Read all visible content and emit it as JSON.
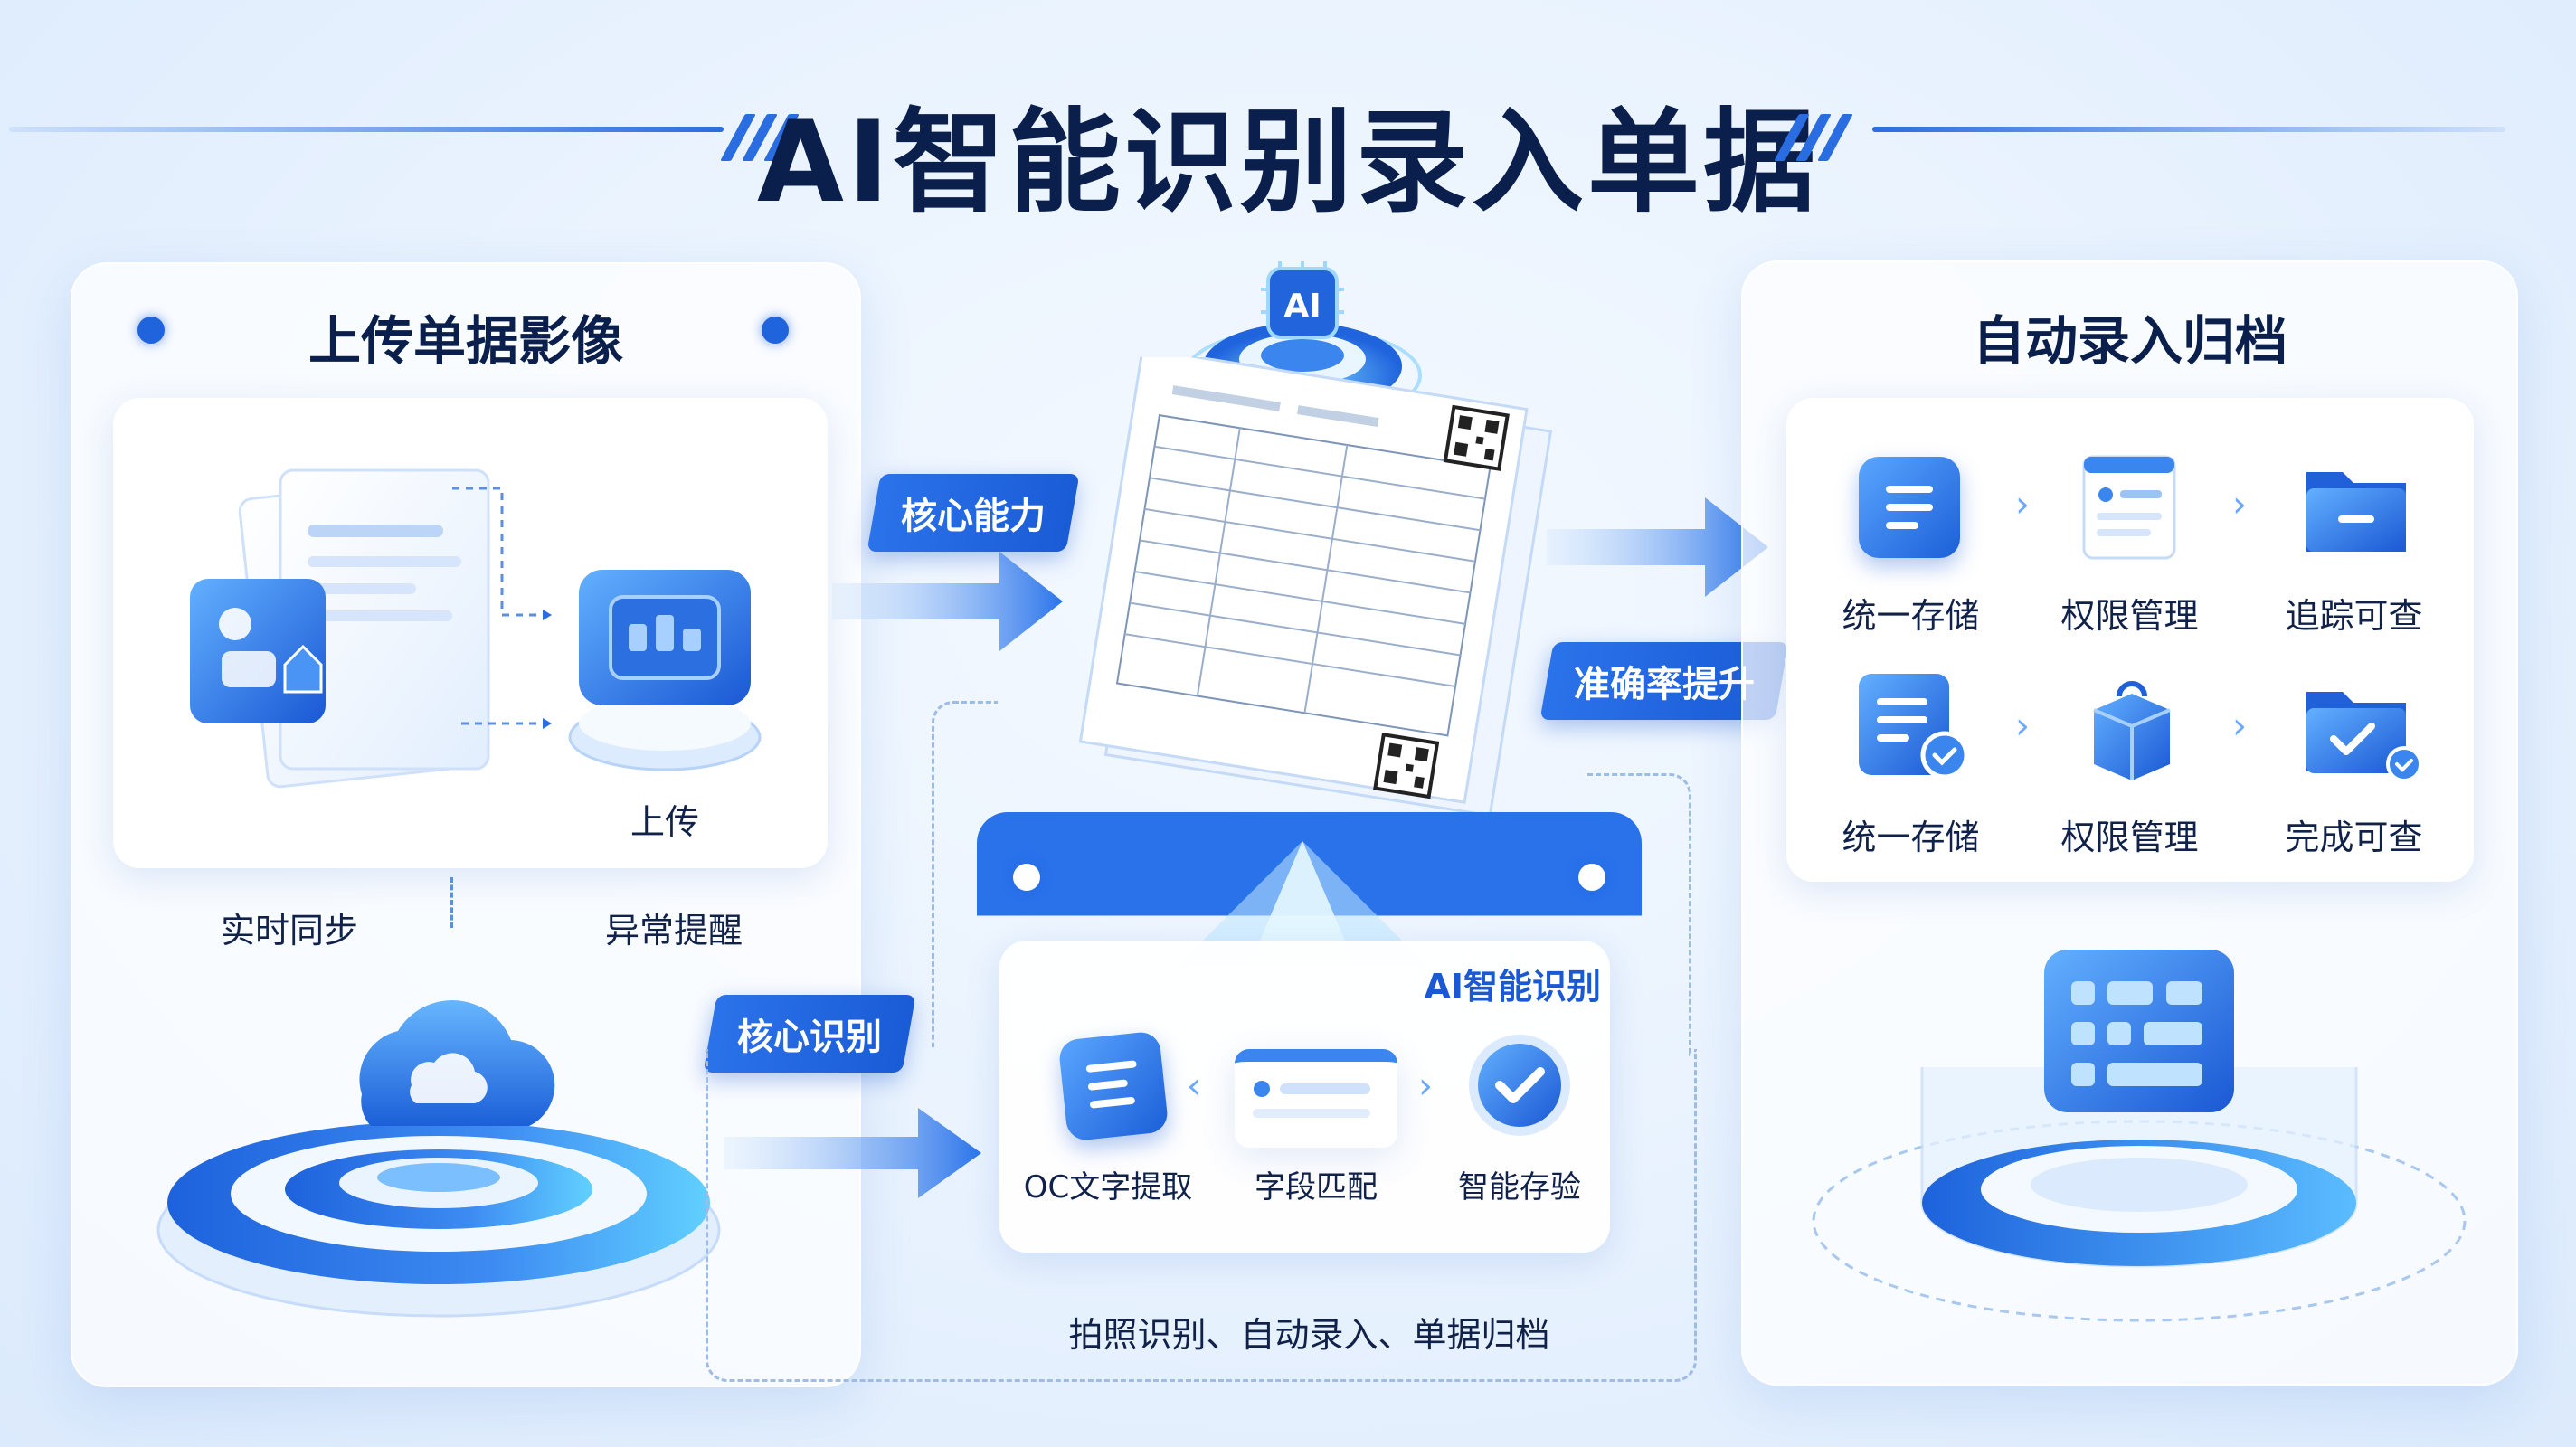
{
  "title": "AI智能识别录入单据",
  "left_panel": {
    "title": "上传单据影像",
    "upload_label": "上传",
    "sync_label": "实时同步",
    "alert_label": "异常提醒"
  },
  "center": {
    "core_ability_tag": "核心能力",
    "core_recognition_tag": "核心识别",
    "accuracy_tag": "准确率提升",
    "chip_label": "AI",
    "ai_panel_title": "AI智能识别",
    "steps": [
      {
        "label": "OC文字提取",
        "icon": "document-text-icon"
      },
      {
        "label": "字段匹配",
        "icon": "field-card-icon"
      },
      {
        "label": "智能存验",
        "icon": "check-circle-icon"
      }
    ],
    "footer_text": "拍照识别、自动录入、单据归档"
  },
  "right_panel": {
    "title": "自动录入归档",
    "row1": [
      {
        "label": "统一存储",
        "icon": "document-storage-icon"
      },
      {
        "label": "权限管理",
        "icon": "permission-doc-icon"
      },
      {
        "label": "追踪可查",
        "icon": "folder-icon"
      }
    ],
    "row2": [
      {
        "label": "统一存储",
        "icon": "document-check-icon"
      },
      {
        "label": "权限管理",
        "icon": "package-icon"
      },
      {
        "label": "完成可查",
        "icon": "folder-check-icon"
      }
    ]
  },
  "colors": {
    "primary": "#1f63dd",
    "accent": "#4fa4ff",
    "title": "#0b1f4d"
  }
}
